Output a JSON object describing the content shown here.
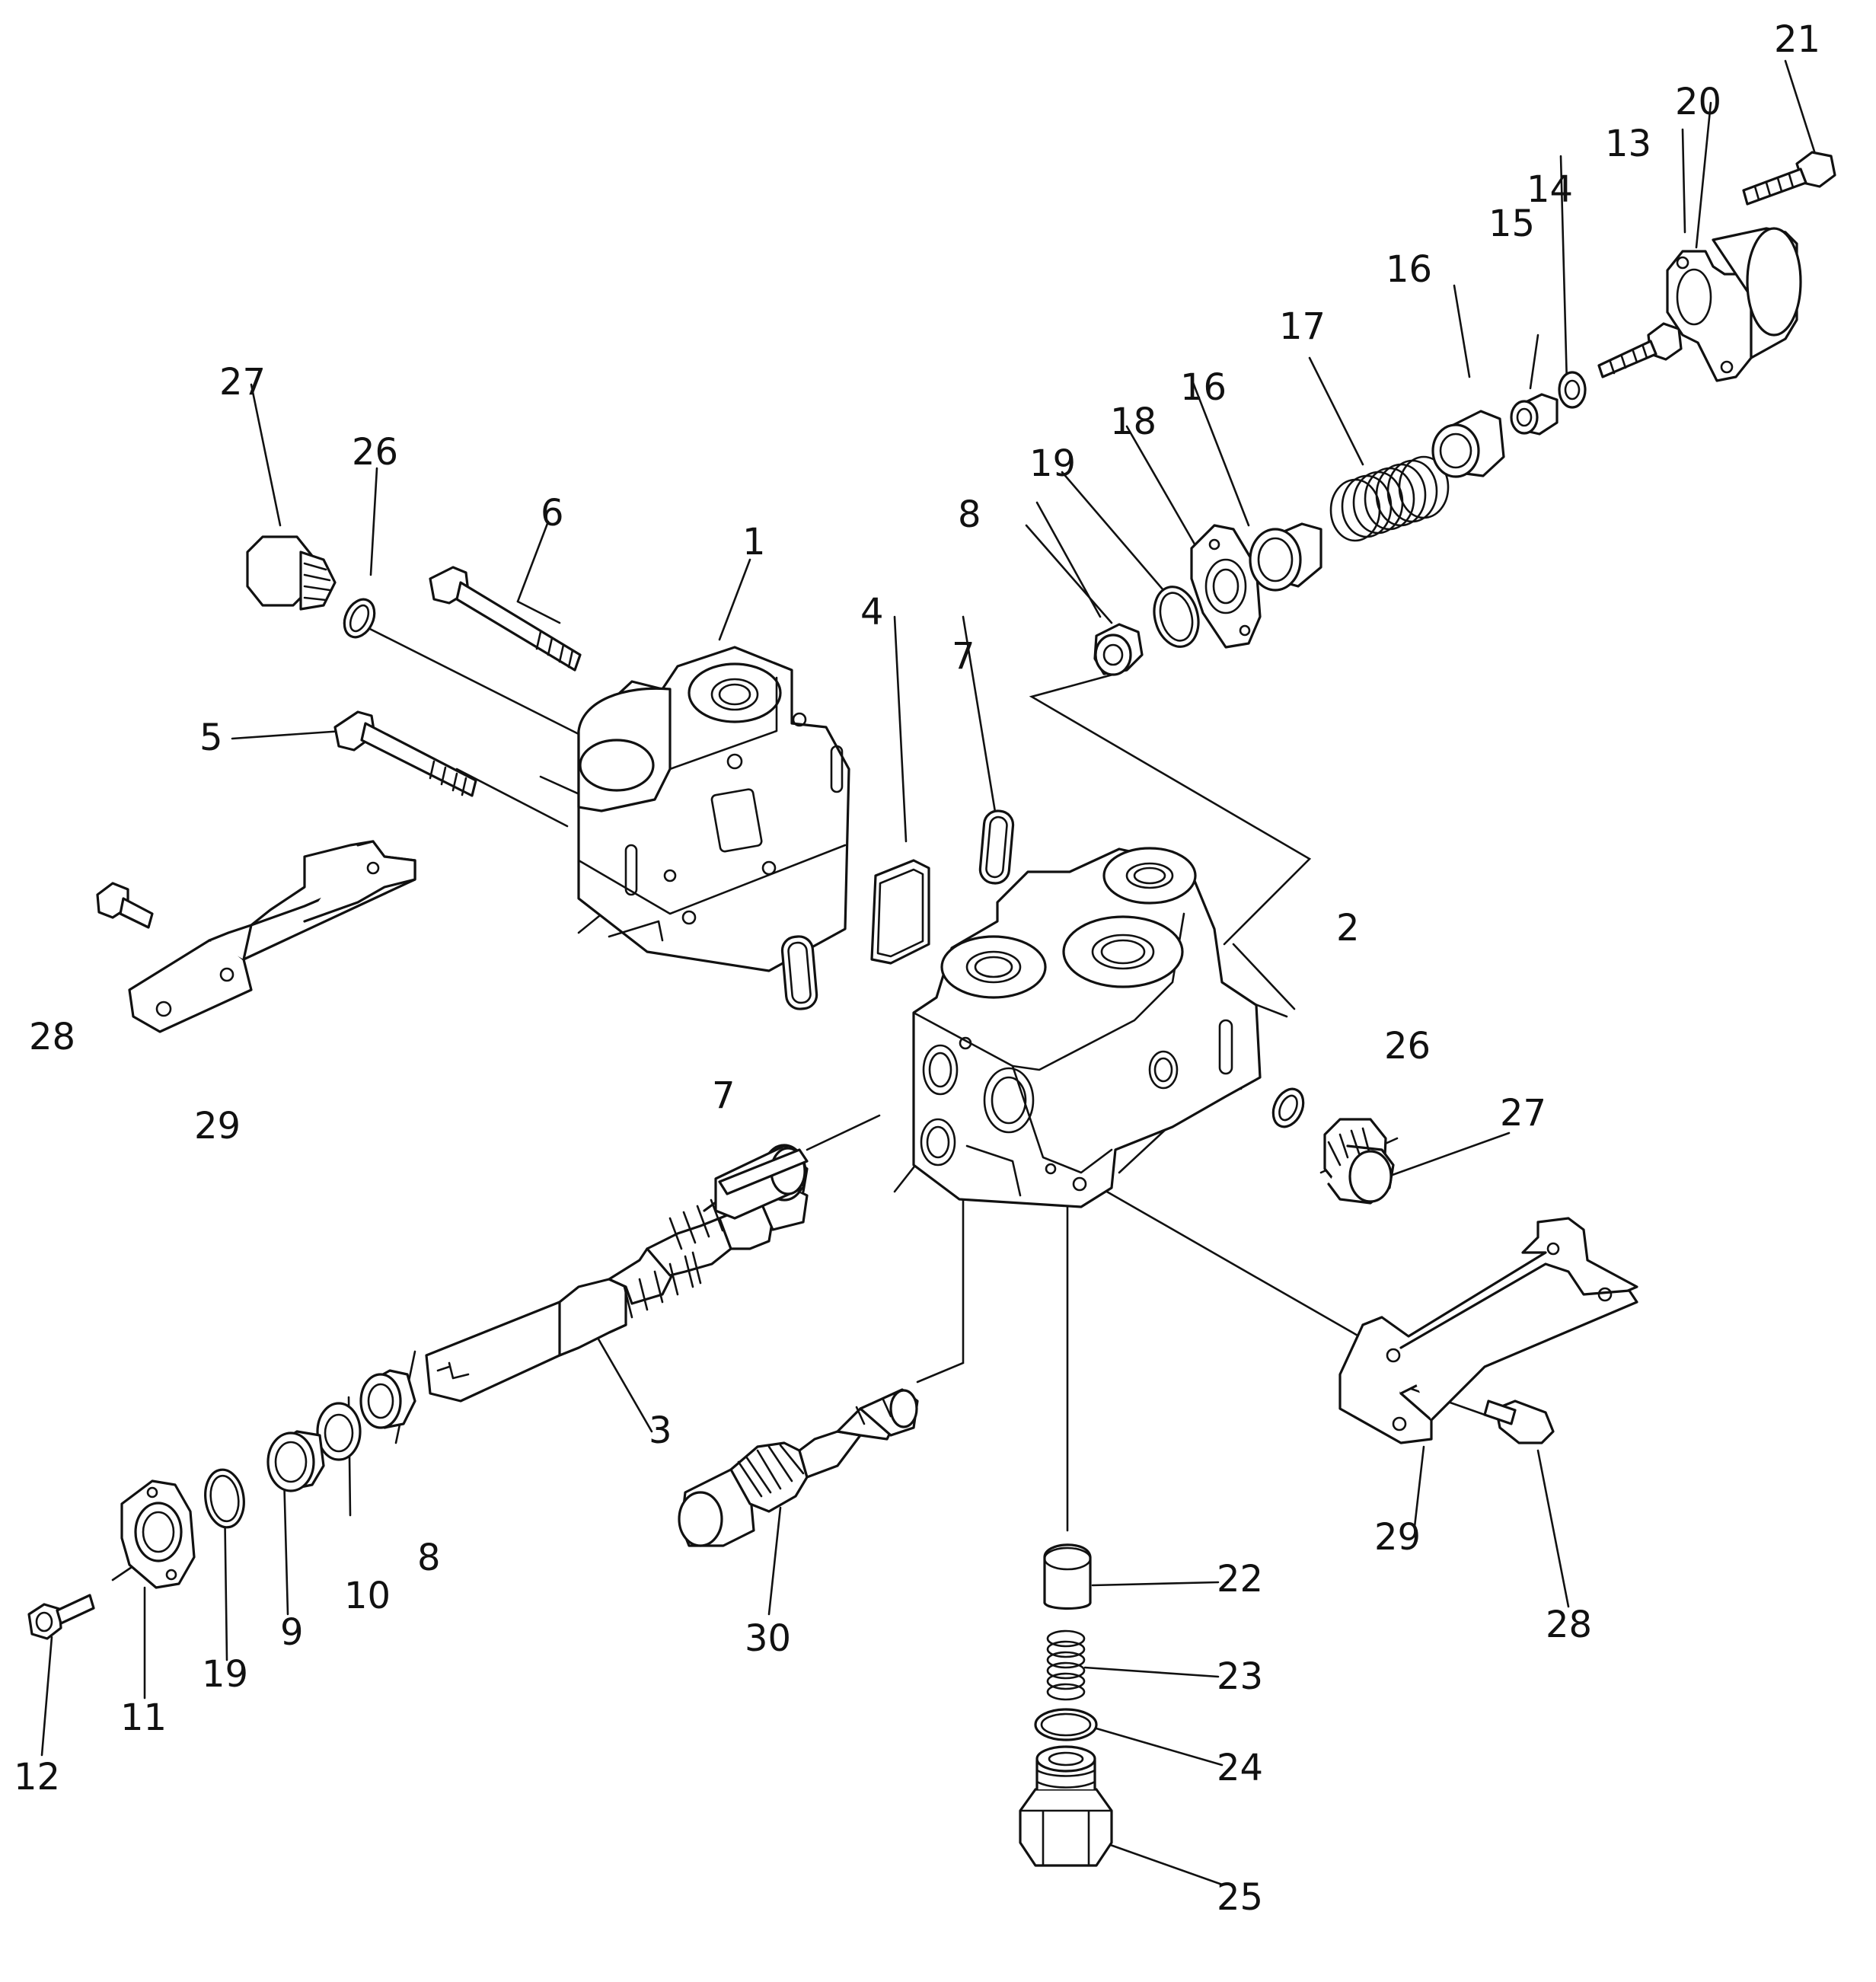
{
  "diagram": {
    "callouts": {
      "c1": "1",
      "c2": "2",
      "c3": "3",
      "c4": "4",
      "c5": "5",
      "c6": "6",
      "c7a": "7",
      "c7b": "7",
      "c8a": "8",
      "c8b": "8",
      "c9": "9",
      "c10": "10",
      "c11": "11",
      "c12": "12",
      "c13": "13",
      "c14": "14",
      "c15": "15",
      "c16a": "16",
      "c16b": "16",
      "c17": "17",
      "c18": "18",
      "c19a": "19",
      "c19b": "19",
      "c20": "20",
      "c21": "21",
      "c22": "22",
      "c23": "23",
      "c24": "24",
      "c25": "25",
      "c26a": "26",
      "c26b": "26",
      "c27a": "27",
      "c27b": "27",
      "c28a": "28",
      "c28b": "28",
      "c29a": "29",
      "c29b": "29",
      "c30": "30"
    },
    "colors": {
      "ink": "#111111",
      "paper": "#ffffff"
    }
  }
}
